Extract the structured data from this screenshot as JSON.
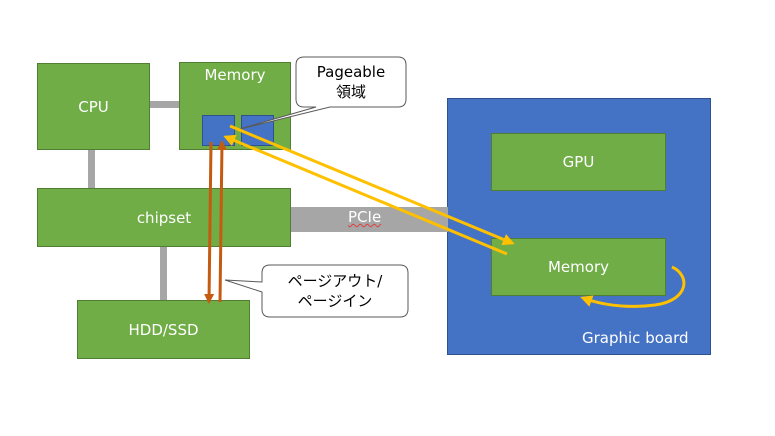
{
  "nodes": {
    "cpu": "CPU",
    "memory": "Memory",
    "chipset": "chipset",
    "storage": "HDD/SSD",
    "gpu": "GPU",
    "gpu_memory": "Memory",
    "graphic_board": "Graphic board"
  },
  "links": {
    "pcie": "PCIe"
  },
  "callouts": {
    "pageable_line1": "Pageable",
    "pageable_line2": "領域",
    "paging_line1": "ページアウト/",
    "paging_line2": "ページイン"
  },
  "colors": {
    "component_fill": "#70ad47",
    "board_fill": "#4472c4",
    "bus": "#a6a6a6",
    "host_arrows": "#c55a11",
    "gpu_arrows": "#ffc000"
  }
}
